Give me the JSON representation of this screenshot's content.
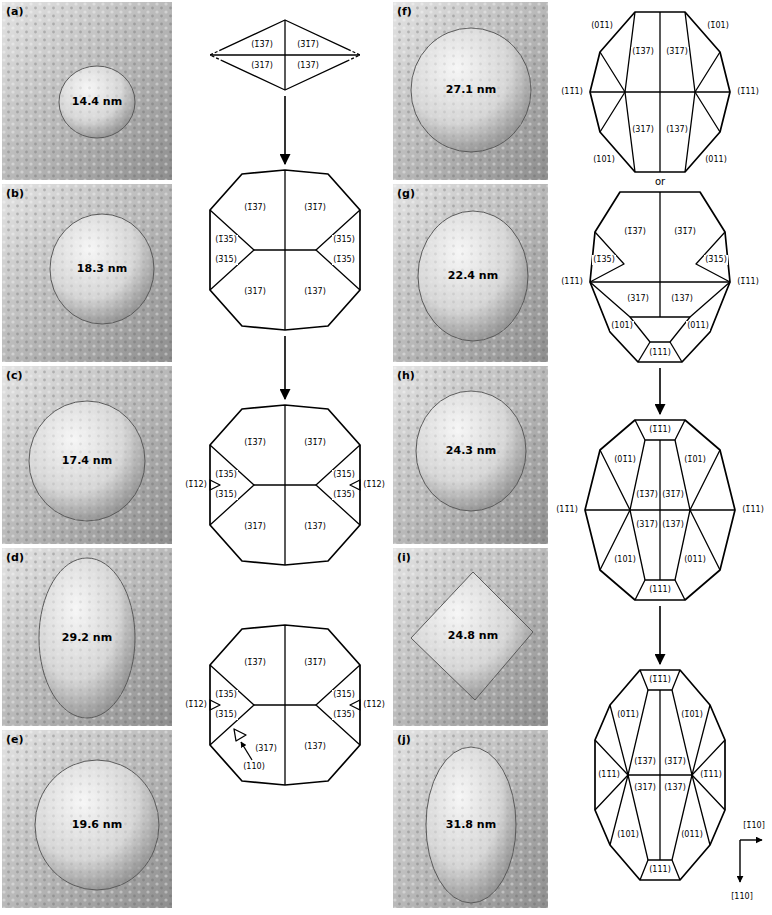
{
  "diagram": {
    "nodes": [
      {
        "text": [
          "(1̄3̄7)",
          "(3̄1̄7)",
          "(317)",
          "(137)"
        ]
      },
      {
        "text": [
          "(1̄3̄7)",
          "(3̄1̄7)",
          "(1̄35)",
          "(3̄15)",
          "(3̄15)",
          "(1̄35)",
          "(317)",
          "(137)"
        ]
      },
      {
        "text": [
          "(1̄3̄7)",
          "(3̄1̄7)",
          "(1̄35)",
          "(3̄15)",
          "(1̄12)",
          "(1̄12)",
          "(3̄15)",
          "(1̄35)",
          "(317)",
          "(137)"
        ]
      },
      {
        "text": [
          "(1̄3̄7)",
          "(3̄1̄7)",
          "(1̄35)",
          "(3̄15)",
          "(1̄12)",
          "(1̄12)",
          "(3̄15)",
          "(1̄35)",
          "(317)",
          "(137)",
          "(110)"
        ]
      },
      {
        "text": [
          "(01̄1)",
          "(1̄01)",
          "(1̄3̄7)",
          "(3̄1̄7)",
          "(11̄1)",
          "(1̄11)",
          "(317)",
          "(137)",
          "(101)",
          "(011)"
        ]
      },
      {
        "text": [
          "(1̄3̄7)",
          "(3̄1̄7)",
          "(1̄35)",
          "(3̄15)",
          "(11̄1)",
          "(1̄11)",
          "(317)",
          "(137)",
          "(101)",
          "(011)",
          "(111)"
        ]
      },
      {
        "text": [
          "(1̄1̄1)",
          "(01̄1)",
          "(1̄01)",
          "(1̄3̄7)",
          "(3̄1̄7)",
          "(11̄1)",
          "(1̄11)",
          "(317)",
          "(137)",
          "(101)",
          "(011)",
          "(111)"
        ]
      },
      {
        "text": [
          "(1̄1̄1)",
          "(01̄1)",
          "(1̄01)",
          "(1̄3̄7)",
          "(3̄1̄7)",
          "(11̄1)",
          "(1̄11)",
          "(317)",
          "(137)",
          "(101)",
          "(011)",
          "(111)"
        ]
      }
    ],
    "edges": [
      {
        "from": 0,
        "to": 1,
        "arrow": "to"
      },
      {
        "from": 1,
        "to": 2,
        "arrow": "to"
      },
      {
        "from": 5,
        "to": 6,
        "arrow": "to"
      },
      {
        "from": 6,
        "to": 7,
        "arrow": "to"
      }
    ],
    "labels": [
      "(a)",
      "14.4 nm",
      "(b)",
      "18.3 nm",
      "(c)",
      "17.4 nm",
      "(d)",
      "29.2 nm",
      "(e)",
      "19.6 nm",
      "(f)",
      "27.1 nm",
      "(g)",
      "22.4 nm",
      "(h)",
      "24.3 nm",
      "(i)",
      "24.8 nm",
      "(j)",
      "31.8 nm",
      "or",
      "[1̄10]",
      "[110]"
    ]
  }
}
